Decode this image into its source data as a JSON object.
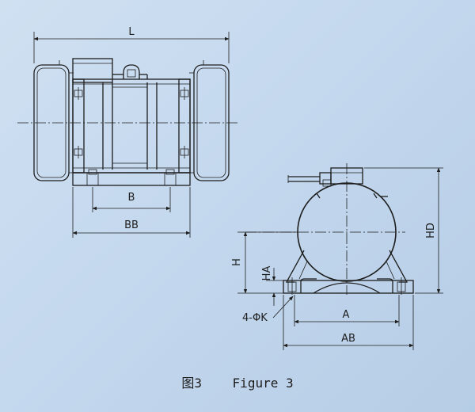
{
  "labels": {
    "L": "L",
    "B": "B",
    "BB": "BB",
    "H": "H",
    "HA": "HA",
    "HD": "HD",
    "K": "4-ΦK",
    "A": "A",
    "AB": "AB"
  },
  "caption": {
    "cn": "图3",
    "en": "Figure 3"
  }
}
